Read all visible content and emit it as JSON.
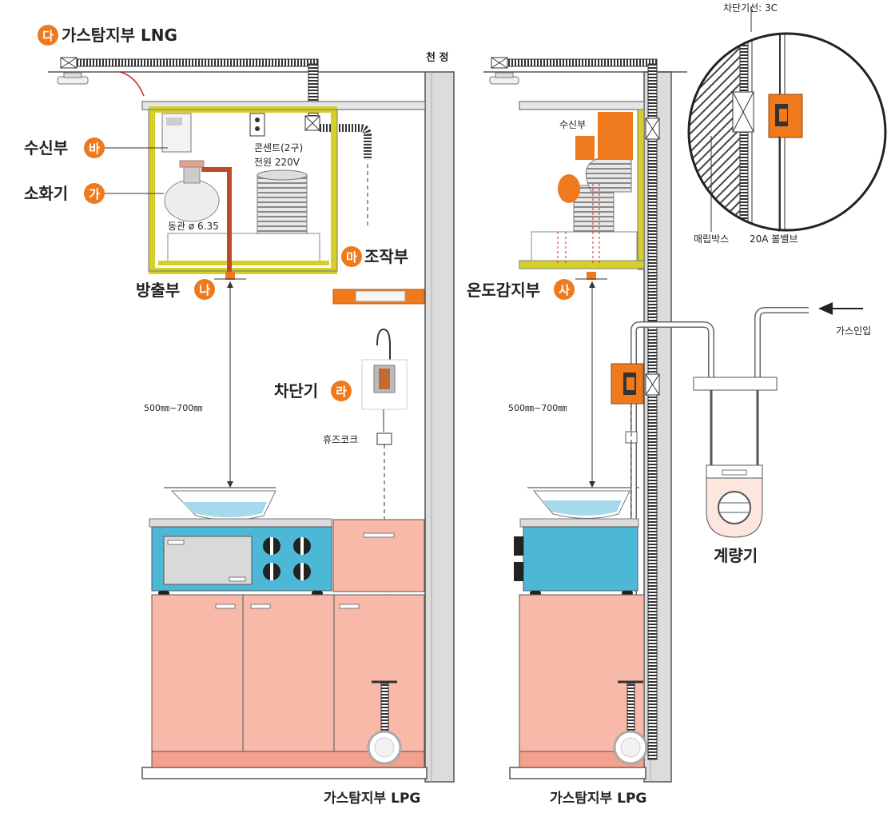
{
  "labels": {
    "ga_badge": "가",
    "na_badge": "나",
    "da_badge": "다",
    "ra_badge": "라",
    "ma_badge": "마",
    "ba_badge": "바",
    "sa_badge": "사",
    "lng_detector": "가스탐지부  LNG",
    "receiver": "수신부",
    "extinguisher": "소화기",
    "discharge": "방출부",
    "actuator": "조작부",
    "breaker": "차단기",
    "temp_detector": "온도감지부",
    "copper_pipe": "동관 ø 6.35",
    "outlet_line1": "콘센트(2구)",
    "outlet_line2": "전원 220V",
    "ceiling": "천 정",
    "distance_left": "500㎜~700㎜",
    "distance_right": "500㎜~700㎜",
    "fuse_cock": "휴즈코크",
    "lpg_left": "가스탐지부 LPG",
    "lpg_right": "가스탐지부 LPG",
    "receiver_small": "수신부",
    "cable": "차단기선: 3C",
    "embed_box": "매립박스",
    "ball_valve": "20A 볼밸브",
    "gas_inlet": "가스인입",
    "meter": "계량기"
  },
  "colors": {
    "badge_orange": "#ef7a1e",
    "cabinet_pink": "#f8b9a8",
    "hood_yellow": "#d6cf2a",
    "stove_blue": "#4db8d6",
    "pipe_red": "#c0492a"
  }
}
